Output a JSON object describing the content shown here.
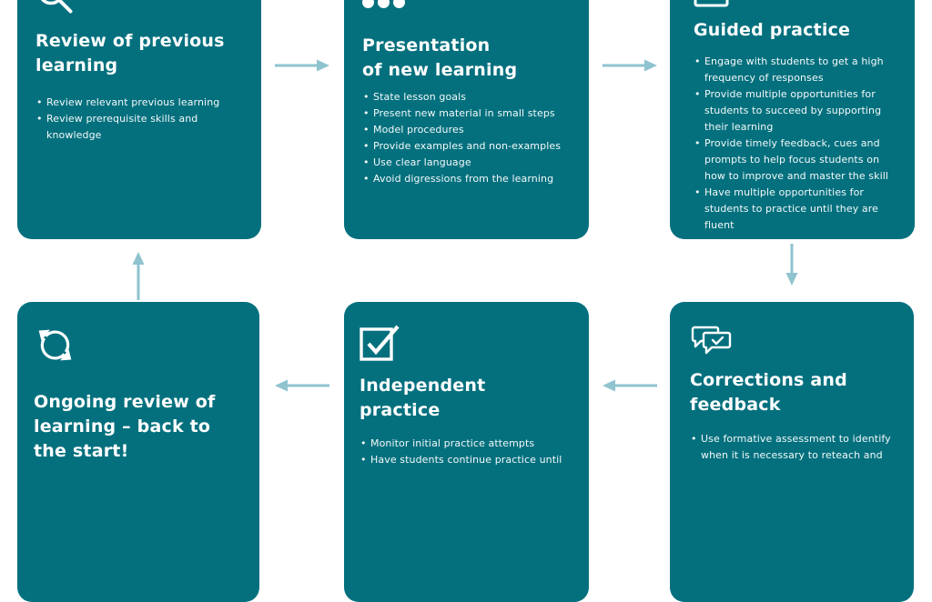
{
  "palette": {
    "card_teal": "#04707E",
    "arrow_blue": "#8FC3CF",
    "text_white": "#FFFFFF",
    "background": "#FFFFFF"
  },
  "cards": [
    {
      "id": "review-previous-learning",
      "icon": "magnifier-icon",
      "title": "Review of previous\nlearning",
      "bullets": [
        "Review relevant previous learning",
        "Review prerequisite skills and knowledge"
      ]
    },
    {
      "id": "presentation-of-new-learning",
      "icon": "three-dots-icon",
      "title": "Presentation\nof new learning",
      "bullets": [
        "State lesson goals",
        "Present new material in small steps",
        "Model procedures",
        "Provide examples and non-examples",
        "Use clear language",
        "Avoid digressions from the learning"
      ]
    },
    {
      "id": "guided-practice",
      "icon": "screen-icon",
      "title": "Guided practice",
      "bullets": [
        "Engage with students to get a high frequency of responses",
        "Provide multiple opportunities for students to succeed by supporting their learning",
        "Provide timely feedback, cues and prompts to help focus students on how to improve and master the skill",
        "Have multiple opportunities for students to practice until they are fluent"
      ]
    },
    {
      "id": "corrections-and-feedback",
      "icon": "feedback-chat-icon",
      "title": "Corrections and\nfeedback",
      "bullets": [
        "Use formative assessment to identify when it is necessary to reteach and"
      ]
    },
    {
      "id": "independent-practice",
      "icon": "checkbox-check-icon",
      "title": "Independent\npractice",
      "bullets": [
        "Monitor initial practice attempts",
        "Have students continue practice until"
      ]
    },
    {
      "id": "ongoing-review",
      "icon": "refresh-cycle-icon",
      "title": "Ongoing review of\nlearning – back to\nthe start!",
      "bullets": []
    }
  ],
  "arrows": [
    {
      "id": "arrow-review-to-presentation",
      "direction": "right"
    },
    {
      "id": "arrow-presentation-to-guided",
      "direction": "right"
    },
    {
      "id": "arrow-guided-to-corrections",
      "direction": "down"
    },
    {
      "id": "arrow-corrections-to-independent",
      "direction": "left"
    },
    {
      "id": "arrow-independent-to-ongoing",
      "direction": "left"
    },
    {
      "id": "arrow-ongoing-to-review",
      "direction": "up"
    }
  ]
}
